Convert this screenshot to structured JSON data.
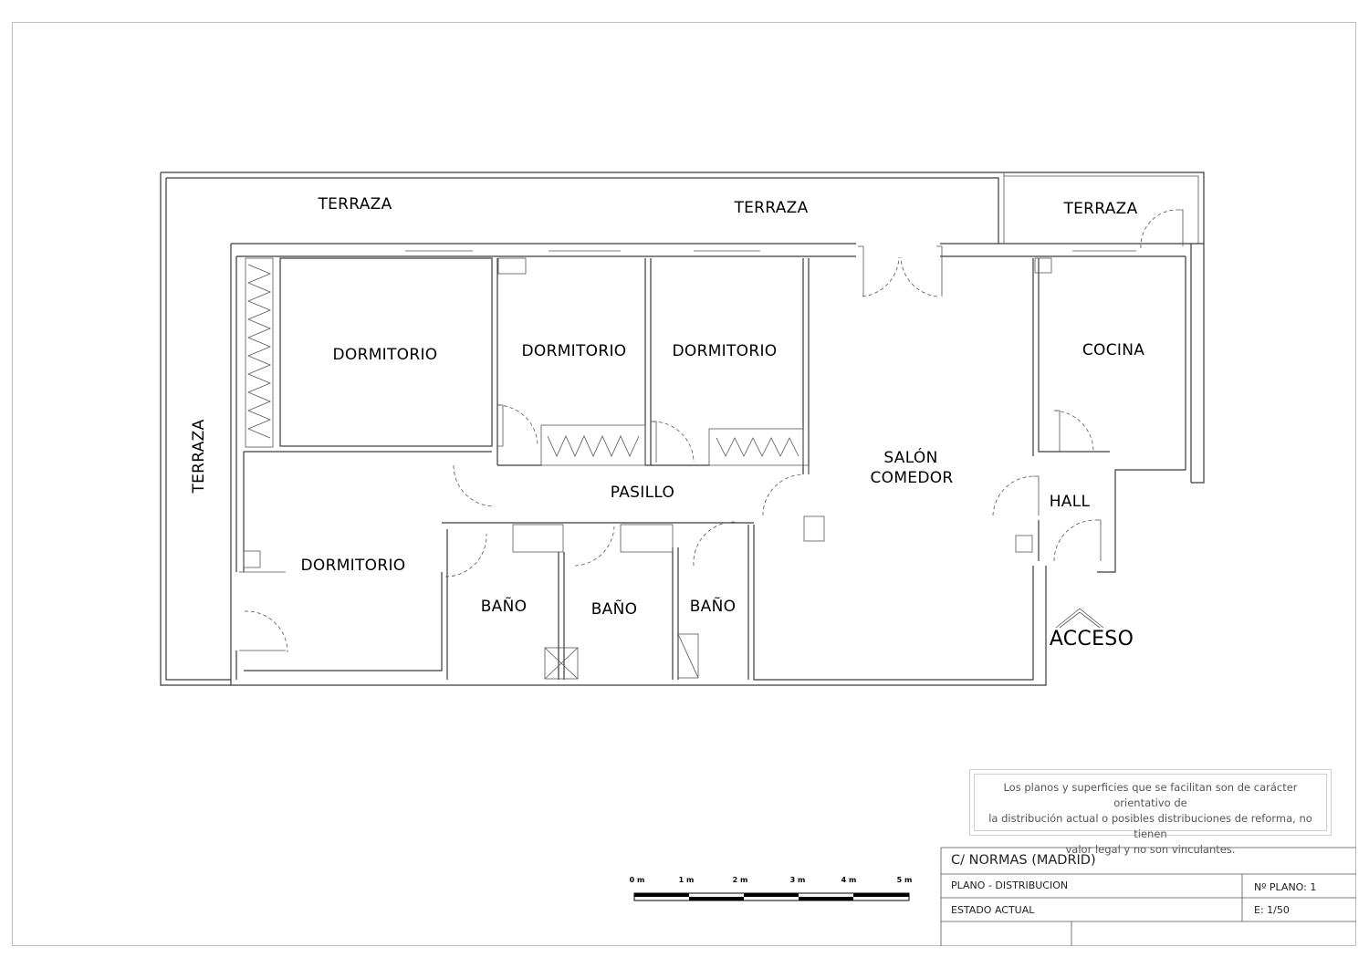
{
  "rooms": {
    "terraza_top_left": "TERRAZA",
    "terraza_top_mid": "TERRAZA",
    "terraza_top_right": "TERRAZA",
    "terraza_left": "TERRAZA",
    "dormitorio_1": "DORMITORIO",
    "dormitorio_2": "DORMITORIO",
    "dormitorio_3": "DORMITORIO",
    "dormitorio_4": "DORMITORIO",
    "pasillo": "PASILLO",
    "salon_line1": "SALÓN",
    "salon_line2": "COMEDOR",
    "cocina": "COCINA",
    "hall": "HALL",
    "bano_1": "BAÑO",
    "bano_2": "BAÑO",
    "bano_3": "BAÑO",
    "acceso": "ACCESO"
  },
  "disclaimer": {
    "line1": "Los planos y superficies que se facilitan son de carácter orientativo de",
    "line2": "la distribución actual o posibles distribuciones de reforma, no tienen",
    "line3": "valor legal y no son vinculantes."
  },
  "title_block": {
    "address": "C/  NORMAS   (MADRID)",
    "plan_type": "PLANO   -  DISTRIBUCION",
    "plan_number": "Nº PLANO:  1",
    "state": "ESTADO  ACTUAL",
    "scale": "E: 1/50"
  },
  "scale_bar": {
    "labels": [
      "0 m",
      "1 m",
      "2 m",
      "3 m",
      "4 m",
      "5 m"
    ]
  }
}
